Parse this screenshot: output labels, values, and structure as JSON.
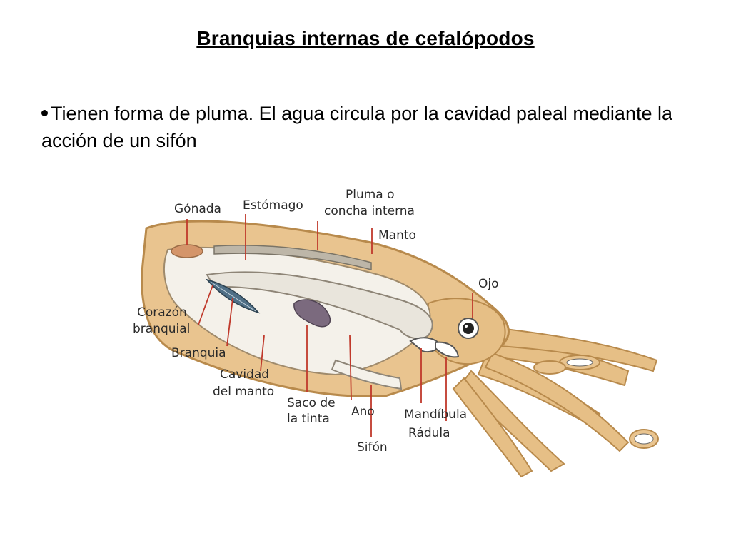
{
  "slide": {
    "title": "Branquias internas de cefalópodos",
    "bullet": "Tienen forma de pluma. El agua circula por la cavidad paleal mediante la acción de un sifón"
  },
  "diagram": {
    "labels": {
      "gonada": "Gónada",
      "estomago": "Estómago",
      "pluma_1": "Pluma o",
      "pluma_2": "concha interna",
      "manto": "Manto",
      "ojo": "Ojo",
      "corazon_1": "Corazón",
      "corazon_2": "branquial",
      "branquia": "Branquia",
      "cavidad_1": "Cavidad",
      "cavidad_2": "del manto",
      "saco_1": "Saco de",
      "saco_2": "la tinta",
      "ano": "Ano",
      "mandibula": "Mandíbula",
      "radula": "Rádula",
      "sifon": "Sifón"
    },
    "colors": {
      "body": "#e9c48f",
      "body_dark": "#c49a5c",
      "inner": "#f4f1ea",
      "leader": "#c0392b",
      "gill": "#4f6f86",
      "ink_sac": "#7b6a7e"
    }
  }
}
